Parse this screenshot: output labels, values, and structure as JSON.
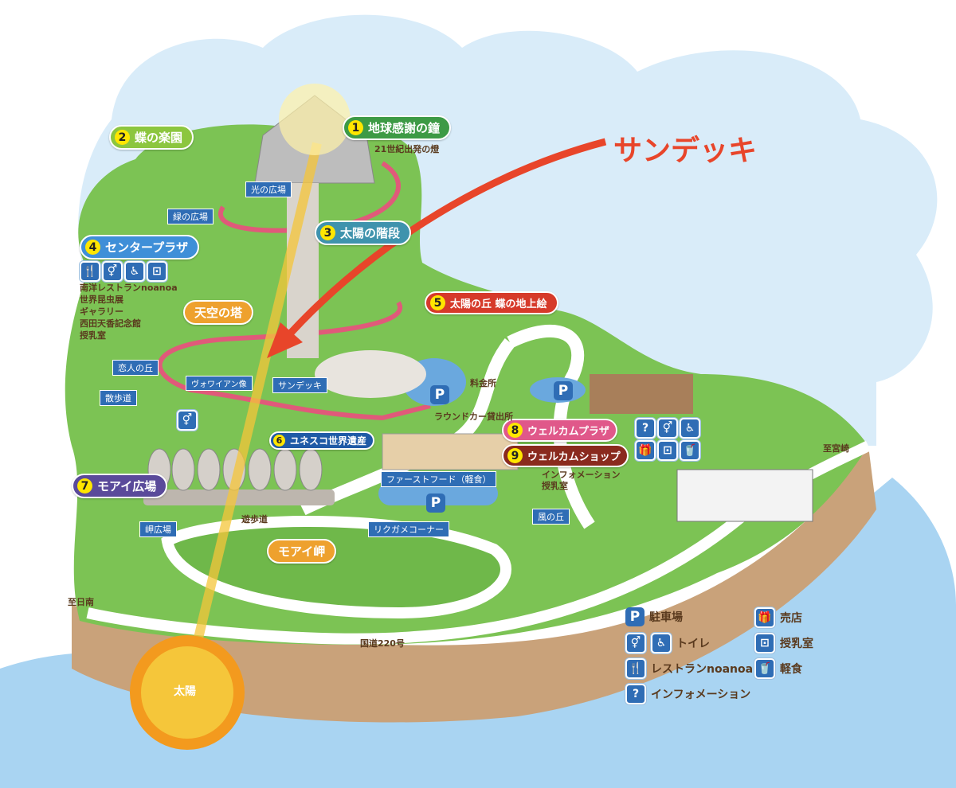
{
  "callout": {
    "label": "サンデッキ",
    "color": "#e8452a"
  },
  "sun": {
    "label": "太陽"
  },
  "spots": [
    {
      "num": "1",
      "label": "地球感謝の鐘",
      "color": "#3d9a45"
    },
    {
      "num": "2",
      "label": "蝶の楽園",
      "color": "#8cc63f"
    },
    {
      "num": "3",
      "label": "太陽の階段",
      "color": "#3f93ad"
    },
    {
      "num": "4",
      "label": "センタープラザ",
      "color": "#3f8fd8"
    },
    {
      "num": "5",
      "label": "太陽の丘 蝶の地上絵",
      "color": "#d63a2a"
    },
    {
      "num": "6",
      "label": "ユネスコ世界遺産",
      "color": "#1f5aa6"
    },
    {
      "num": "7",
      "label": "モアイ広場",
      "color": "#5a4a9a"
    },
    {
      "num": "8",
      "label": "ウェルカムプラザ",
      "color": "#e0588a"
    },
    {
      "num": "9",
      "label": "ウェルカムショップ",
      "color": "#8a2a1e"
    }
  ],
  "orange_labels": {
    "tower": "天空の塔",
    "cape": "モアイ岬"
  },
  "tags": {
    "hikari": "光の広場",
    "midori": "緑の広場",
    "koibito": "恋人の丘",
    "sanpo": "散歩道",
    "voyan": "ヴォワイアン像",
    "sundeck": "サンデッキ",
    "fastfood": "ファーストフード（軽食）",
    "misaki": "岬広場",
    "rikugame": "リクガメコーナー",
    "kaze": "風の丘"
  },
  "texts": {
    "torch": "21世紀出発の燈",
    "toll": "料金所",
    "roundcar": "ラウンドカー貸出所",
    "yuhodo": "遊歩道",
    "miyazaki": "至宮崎",
    "nichinan": "至日南",
    "route": "国道220号",
    "info1": "インフォメーション",
    "info2": "授乳室"
  },
  "center_plaza_list": [
    "南洋レストランnoanoa",
    "世界昆虫展",
    "ギャラリー",
    "西田天香記念館",
    "授乳室"
  ],
  "parking_symbol": "P",
  "legend": {
    "parking": "駐車場",
    "toilet": "トイレ",
    "restaurant": "レストランnoanoa",
    "info": "インフォメーション",
    "shop": "売店",
    "nursing": "授乳室",
    "snack": "軽食"
  }
}
